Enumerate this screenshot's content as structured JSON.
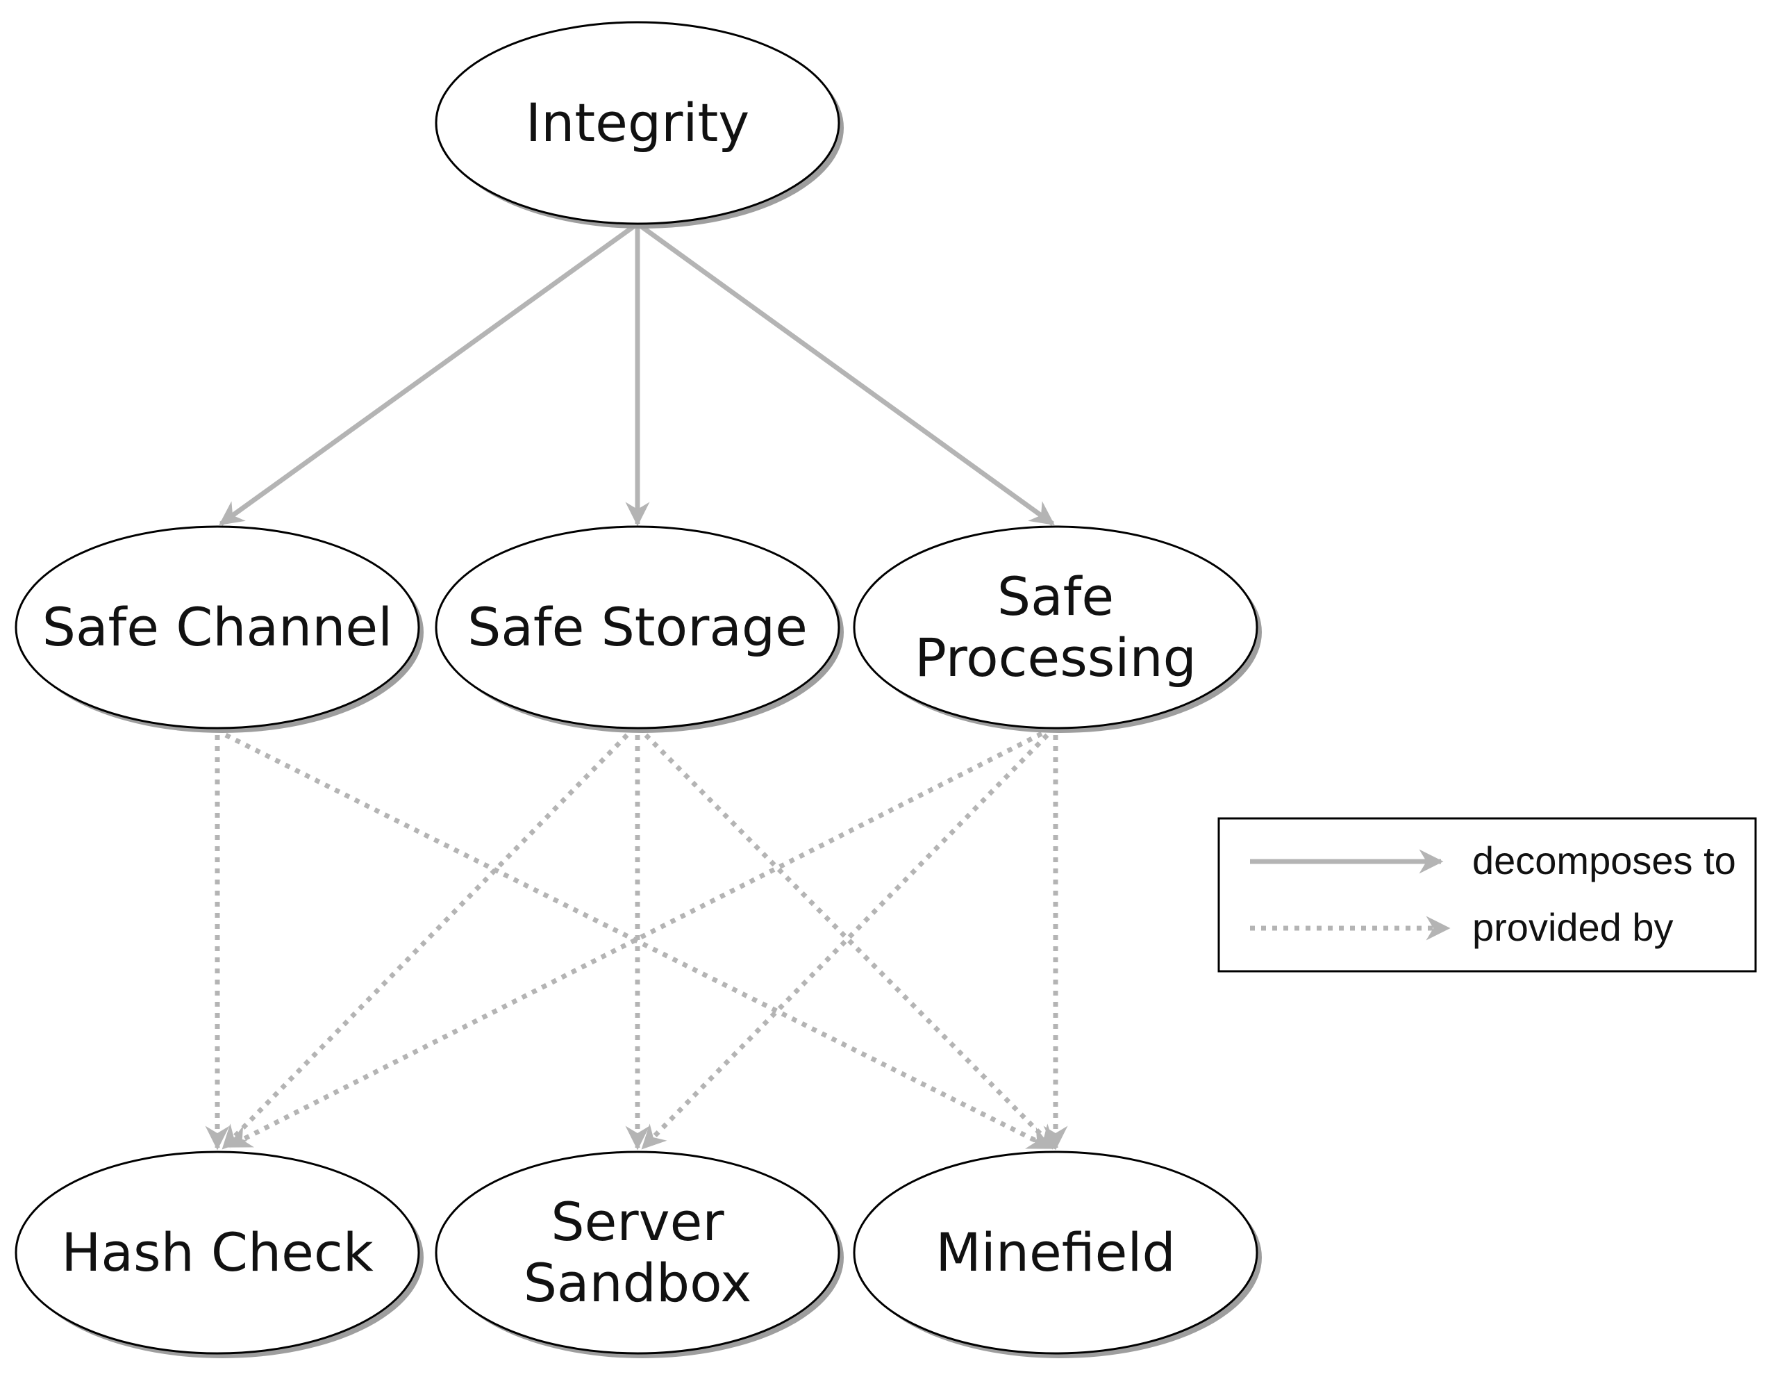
{
  "nodes": {
    "integrity": {
      "lines": [
        "Integrity"
      ]
    },
    "safe_channel": {
      "lines": [
        "Safe Channel"
      ]
    },
    "safe_storage": {
      "lines": [
        "Safe Storage"
      ]
    },
    "safe_processing": {
      "lines": [
        "Safe",
        "Processing"
      ]
    },
    "hash_check": {
      "lines": [
        "Hash Check"
      ]
    },
    "server_sandbox": {
      "lines": [
        "Server",
        "Sandbox"
      ]
    },
    "minefield": {
      "lines": [
        "Minefield"
      ]
    }
  },
  "edges": {
    "decomposes_to": [
      {
        "from": "integrity",
        "to": "safe_channel"
      },
      {
        "from": "integrity",
        "to": "safe_storage"
      },
      {
        "from": "integrity",
        "to": "safe_processing"
      }
    ],
    "provided_by": [
      {
        "from": "safe_channel",
        "to": "hash_check"
      },
      {
        "from": "safe_channel",
        "to": "minefield"
      },
      {
        "from": "safe_storage",
        "to": "hash_check"
      },
      {
        "from": "safe_storage",
        "to": "server_sandbox"
      },
      {
        "from": "safe_storage",
        "to": "minefield"
      },
      {
        "from": "safe_processing",
        "to": "hash_check"
      },
      {
        "from": "safe_processing",
        "to": "server_sandbox"
      },
      {
        "from": "safe_processing",
        "to": "minefield"
      }
    ]
  },
  "legend": {
    "decomposes_label": "decomposes to",
    "provided_label": "provided by"
  },
  "colors": {
    "edge": "#b4b4b4",
    "node_fill": "#ffffff",
    "node_stroke": "#000000",
    "text": "#111111"
  }
}
